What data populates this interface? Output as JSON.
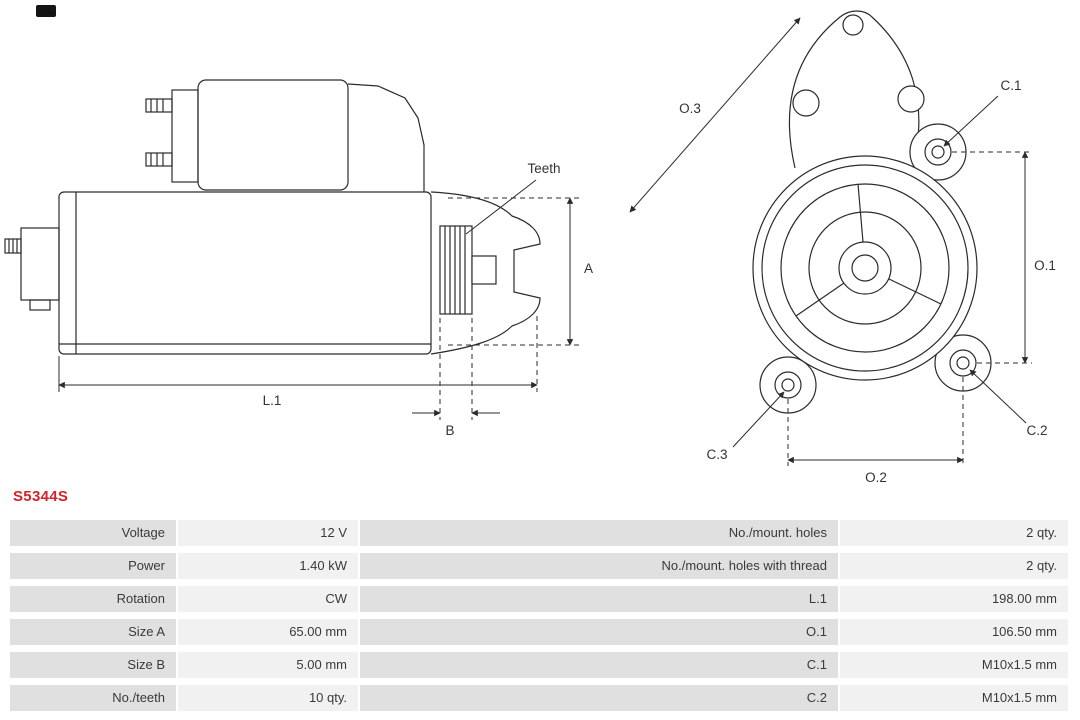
{
  "part_number": "S5344S",
  "colors": {
    "part_number_red": "#d2232a",
    "label_cell_bg": "#e0e0e0",
    "value_cell_bg": "#f1f1f1",
    "line_color": "#2b2b2b"
  },
  "side_view": {
    "teeth_label": "Teeth",
    "dim_a": "A",
    "dim_b": "B",
    "dim_l1": "L.1"
  },
  "front_view": {
    "dim_o1": "O.1",
    "dim_o2": "O.2",
    "dim_o3": "O.3",
    "dim_c1": "C.1",
    "dim_c2": "C.2",
    "dim_c3": "C.3"
  },
  "table": {
    "rows": [
      {
        "label_left": "Voltage",
        "value_left": "12 V",
        "label_right": "No./mount. holes",
        "value_right": "2 qty."
      },
      {
        "label_left": "Power",
        "value_left": "1.40 kW",
        "label_right": "No./mount. holes with thread",
        "value_right": "2 qty."
      },
      {
        "label_left": "Rotation",
        "value_left": "CW",
        "label_right": "L.1",
        "value_right": "198.00 mm"
      },
      {
        "label_left": "Size A",
        "value_left": "65.00 mm",
        "label_right": "O.1",
        "value_right": "106.50 mm"
      },
      {
        "label_left": "Size B",
        "value_left": "5.00 mm",
        "label_right": "C.1",
        "value_right": "M10x1.5 mm"
      },
      {
        "label_left": "No./teeth",
        "value_left": "10 qty.",
        "label_right": "C.2",
        "value_right": "M10x1.5 mm"
      }
    ]
  }
}
